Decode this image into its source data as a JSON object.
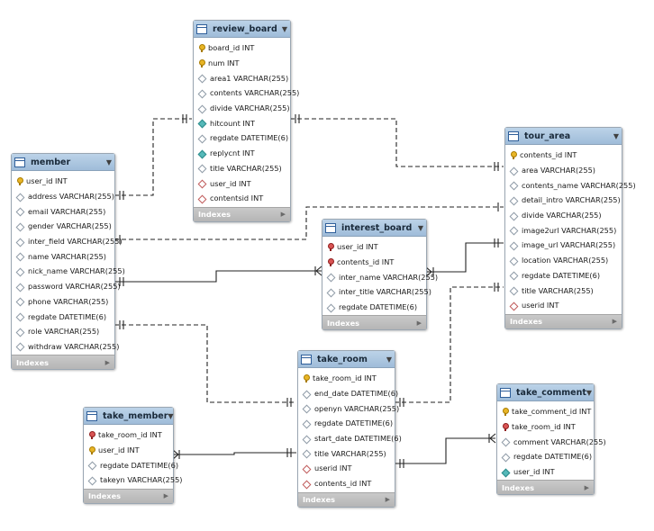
{
  "tables": {
    "review_board": {
      "name": "review_board",
      "columns": [
        {
          "text": "board_id INT",
          "icon": "pk-key-icon"
        },
        {
          "text": "num INT",
          "icon": "pk-key-icon"
        },
        {
          "text": "area1 VARCHAR(255)",
          "icon": "column-diamond-icon"
        },
        {
          "text": "contents VARCHAR(255)",
          "icon": "column-diamond-icon"
        },
        {
          "text": "divide VARCHAR(255)",
          "icon": "column-diamond-icon"
        },
        {
          "text": "hitcount INT",
          "icon": "not-null-diamond-icon"
        },
        {
          "text": "regdate DATETIME(6)",
          "icon": "column-diamond-icon"
        },
        {
          "text": "replycnt INT",
          "icon": "not-null-diamond-icon"
        },
        {
          "text": "title VARCHAR(255)",
          "icon": "column-diamond-icon"
        },
        {
          "text": "user_id INT",
          "icon": "fk-diamond-icon"
        },
        {
          "text": "contentsid INT",
          "icon": "fk-diamond-icon"
        }
      ],
      "footer": "Indexes"
    },
    "member": {
      "name": "member",
      "columns": [
        {
          "text": "user_id INT",
          "icon": "pk-key-icon"
        },
        {
          "text": "address VARCHAR(255)",
          "icon": "column-diamond-icon"
        },
        {
          "text": "email VARCHAR(255)",
          "icon": "column-diamond-icon"
        },
        {
          "text": "gender VARCHAR(255)",
          "icon": "column-diamond-icon"
        },
        {
          "text": "inter_field VARCHAR(255)",
          "icon": "column-diamond-icon"
        },
        {
          "text": "name VARCHAR(255)",
          "icon": "column-diamond-icon"
        },
        {
          "text": "nick_name VARCHAR(255)",
          "icon": "column-diamond-icon"
        },
        {
          "text": "password VARCHAR(255)",
          "icon": "column-diamond-icon"
        },
        {
          "text": "phone VARCHAR(255)",
          "icon": "column-diamond-icon"
        },
        {
          "text": "regdate DATETIME(6)",
          "icon": "column-diamond-icon"
        },
        {
          "text": "role VARCHAR(255)",
          "icon": "column-diamond-icon"
        },
        {
          "text": "withdraw VARCHAR(255)",
          "icon": "column-diamond-icon"
        }
      ],
      "footer": "Indexes"
    },
    "tour_area": {
      "name": "tour_area",
      "columns": [
        {
          "text": "contents_id INT",
          "icon": "pk-key-icon"
        },
        {
          "text": "area VARCHAR(255)",
          "icon": "column-diamond-icon"
        },
        {
          "text": "contents_name VARCHAR(255)",
          "icon": "column-diamond-icon"
        },
        {
          "text": "detail_intro VARCHAR(255)",
          "icon": "column-diamond-icon"
        },
        {
          "text": "divide VARCHAR(255)",
          "icon": "column-diamond-icon"
        },
        {
          "text": "image2url VARCHAR(255)",
          "icon": "column-diamond-icon"
        },
        {
          "text": "image_url VARCHAR(255)",
          "icon": "column-diamond-icon"
        },
        {
          "text": "location VARCHAR(255)",
          "icon": "column-diamond-icon"
        },
        {
          "text": "regdate DATETIME(6)",
          "icon": "column-diamond-icon"
        },
        {
          "text": "title VARCHAR(255)",
          "icon": "column-diamond-icon"
        },
        {
          "text": "userid INT",
          "icon": "fk-diamond-icon"
        }
      ],
      "footer": "Indexes"
    },
    "interest_board": {
      "name": "interest_board",
      "columns": [
        {
          "text": "user_id INT",
          "icon": "fk-key-icon"
        },
        {
          "text": "contents_id INT",
          "icon": "fk-key-icon"
        },
        {
          "text": "inter_name VARCHAR(255)",
          "icon": "column-diamond-icon"
        },
        {
          "text": "inter_title VARCHAR(255)",
          "icon": "column-diamond-icon"
        },
        {
          "text": "regdate DATETIME(6)",
          "icon": "column-diamond-icon"
        }
      ],
      "footer": "Indexes"
    },
    "take_room": {
      "name": "take_room",
      "columns": [
        {
          "text": "take_room_id INT",
          "icon": "pk-key-icon"
        },
        {
          "text": "end_date DATETIME(6)",
          "icon": "column-diamond-icon"
        },
        {
          "text": "openyn VARCHAR(255)",
          "icon": "column-diamond-icon"
        },
        {
          "text": "regdate DATETIME(6)",
          "icon": "column-diamond-icon"
        },
        {
          "text": "start_date DATETIME(6)",
          "icon": "column-diamond-icon"
        },
        {
          "text": "title VARCHAR(255)",
          "icon": "column-diamond-icon"
        },
        {
          "text": "userid INT",
          "icon": "fk-diamond-icon"
        },
        {
          "text": "contents_id INT",
          "icon": "fk-diamond-icon"
        }
      ],
      "footer": "Indexes"
    },
    "take_member": {
      "name": "take_member",
      "columns": [
        {
          "text": "take_room_id INT",
          "icon": "fk-key-icon"
        },
        {
          "text": "user_id INT",
          "icon": "pk-key-icon"
        },
        {
          "text": "regdate DATETIME(6)",
          "icon": "column-diamond-icon"
        },
        {
          "text": "takeyn VARCHAR(255)",
          "icon": "column-diamond-icon"
        }
      ],
      "footer": "Indexes"
    },
    "take_comment": {
      "name": "take_comment",
      "columns": [
        {
          "text": "take_comment_id INT",
          "icon": "pk-key-icon"
        },
        {
          "text": "take_room_id INT",
          "icon": "fk-key-icon"
        },
        {
          "text": "comment VARCHAR(255)",
          "icon": "column-diamond-icon"
        },
        {
          "text": "regdate DATETIME(6)",
          "icon": "column-diamond-icon"
        },
        {
          "text": "user_id INT",
          "icon": "not-null-diamond-icon"
        }
      ],
      "footer": "Indexes"
    }
  },
  "colors": {
    "header": "#a9c6e2",
    "footer": "#bdbdbd",
    "pk": "#e8b526",
    "fk": "#d95454",
    "line": "#222222"
  }
}
